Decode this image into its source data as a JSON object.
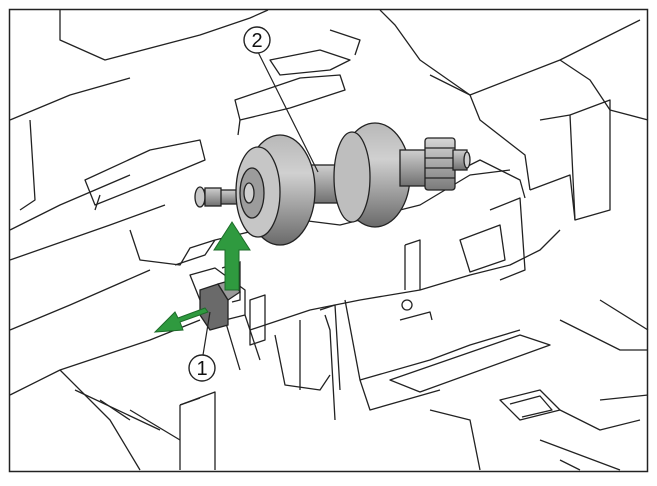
{
  "callouts": [
    {
      "label": "1",
      "target": "lever"
    },
    {
      "label": "2",
      "target": "roller"
    }
  ],
  "arrows": [
    {
      "name": "lift-arrow",
      "direction": "up",
      "color": "#2f9a3f"
    },
    {
      "name": "push-arrow",
      "direction": "left",
      "color": "#2f9a3f"
    }
  ],
  "colors": {
    "line": "#222222",
    "roller_dark": "#707070",
    "roller_mid": "#9a9a9a",
    "roller_light": "#c4c4c4",
    "arrow": "#2f9a3f",
    "lever": "#6a6a6a"
  },
  "icons": [
    "roller-assembly",
    "release-lever"
  ]
}
